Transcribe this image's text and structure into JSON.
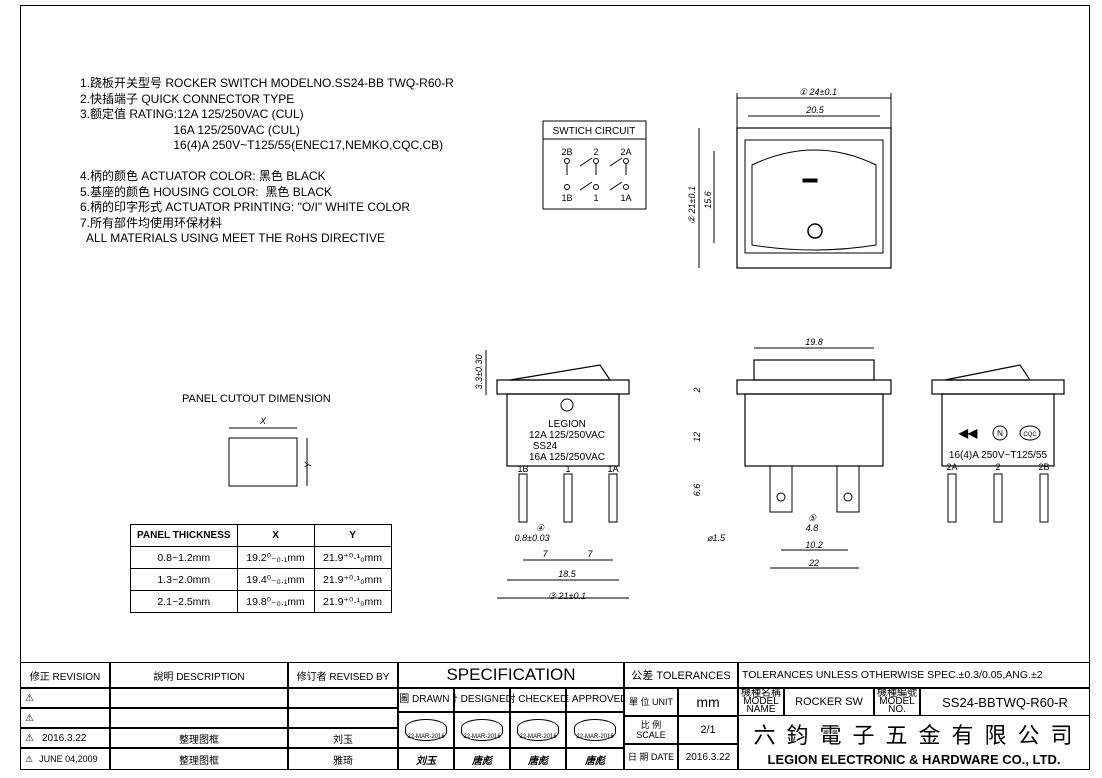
{
  "notes": [
    "1.跷板开关型号 ROCKER SWITCH MODELNO.SS24-BB TWQ-R60-R",
    "2.快插端子 QUICK CONNECTOR TYPE",
    "3.额定值 RATING:12A 125/250VAC (CUL)",
    "                            16A 125/250VAC (CUL)",
    "                            16(4)A 250V~T125/55(ENEC17,NEMKO,CQC,CB)",
    "",
    "4.柄的颜色 ACTUATOR COLOR: 黑色 BLACK",
    "5.基座的颜色 HOUSING COLOR:  黑色 BLACK",
    "6.柄的印字形式 ACTUATOR PRINTING: \"O/I\" WHITE COLOR",
    "7.所有部件均使用环保材料",
    "  ALL MATERIALS USING MEET THE RoHS DIRECTIVE"
  ],
  "circuit": {
    "title": "SWTICH CIRCUIT",
    "top_labels": [
      "2B",
      "2",
      "2A"
    ],
    "bottom_labels": [
      "1B",
      "1",
      "1A"
    ]
  },
  "top_view": {
    "dim1": "① 24±0.1",
    "dim2": "20.5",
    "dim3": "15.6",
    "dim4": "② 21±0.1"
  },
  "front_view": {
    "label_lines": [
      "LEGION",
      "12A 125/250VAC",
      "SS24",
      "16A 125/250VAC"
    ],
    "pins": [
      "1B",
      "1",
      "1A"
    ],
    "dims": {
      "h": "3.3±0.30",
      "d4": "④",
      "d08": "0.8±0.03",
      "d7a": "7",
      "d7b": "7",
      "d185": "18.5",
      "d21": "③ 21±0.1"
    }
  },
  "side_view": {
    "dims": {
      "w": "19.8",
      "h2": "2",
      "h12": "12",
      "h66": "6.6",
      "phi": "⌀1.5",
      "d5": "⑤",
      "d48": "4.8",
      "d102": "10.2",
      "d22": "22"
    }
  },
  "back_view": {
    "text": "16(4)A 250V~T125/55",
    "pins": [
      "2A",
      "2",
      "2B"
    ],
    "mark_n": "N",
    "mark_cqc": "CQC"
  },
  "cutout": {
    "title": "PANEL CUTOUT DIMENSION",
    "x": "X",
    "y": "Y",
    "headers": [
      "PANEL THICKNESS",
      "X",
      "Y"
    ],
    "rows": [
      [
        "0.8~1.2mm",
        "19.2⁰₋₀.₁mm",
        "21.9⁺⁰·¹₀mm"
      ],
      [
        "1.3~2.0mm",
        "19.4⁰₋₀.₁mm",
        "21.9⁺⁰·¹₀mm"
      ],
      [
        "2.1~2.5mm",
        "19.8⁰₋₀.₁mm",
        "21.9⁺⁰·¹₀mm"
      ]
    ]
  },
  "title_block": {
    "rev_header": "修正 REVISION",
    "desc_header": "說明 DESCRIPTION",
    "revby_header": "修订者 REVISED BY",
    "spec": "SPECIFICATION",
    "tol_header": "公差 TOLERANCES",
    "tol_text": "TOLERANCES UNLESS OTHERWISE SPEC.±0.3/0.05,ANG.±2",
    "revisions": [
      {
        "mark": "⚠",
        "date": "",
        "desc": "",
        "by": ""
      },
      {
        "mark": "⚠",
        "date": "",
        "desc": "",
        "by": ""
      },
      {
        "mark": "⚠",
        "date": "2016.3.22",
        "desc": "整理图框",
        "by": "刘玉"
      },
      {
        "mark": "⚠",
        "date": "JUNE 04,2009",
        "desc": "整理图框",
        "by": "雅琦"
      }
    ],
    "roles": [
      "製 圖 DRAWN BY",
      "設 計 DESIGNED BY",
      "校 對 CHECKED BY",
      "核 准 APPROVED BY"
    ],
    "stamp_date": "22-MAR-2016",
    "signatures": [
      "刘玉",
      "唐彪",
      "唐彪",
      "唐彪"
    ],
    "unit_label": "單 位 UNIT",
    "unit": "mm",
    "scale_label": "比 例 SCALE",
    "scale": "2/1",
    "date_label": "日 期 DATE",
    "date": "2016.3.22",
    "model_name_label": "機種名稱 MODEL NAME",
    "model_name": "ROCKER SW",
    "model_no_label": "機種編號 MODEL NO.",
    "model_no": "SS24-BBTWQ-R60-R",
    "company_cn": "六 鈞 電 子 五 金 有 限 公 司",
    "company_en": "LEGION ELECTRONIC & HARDWARE CO., LTD."
  }
}
